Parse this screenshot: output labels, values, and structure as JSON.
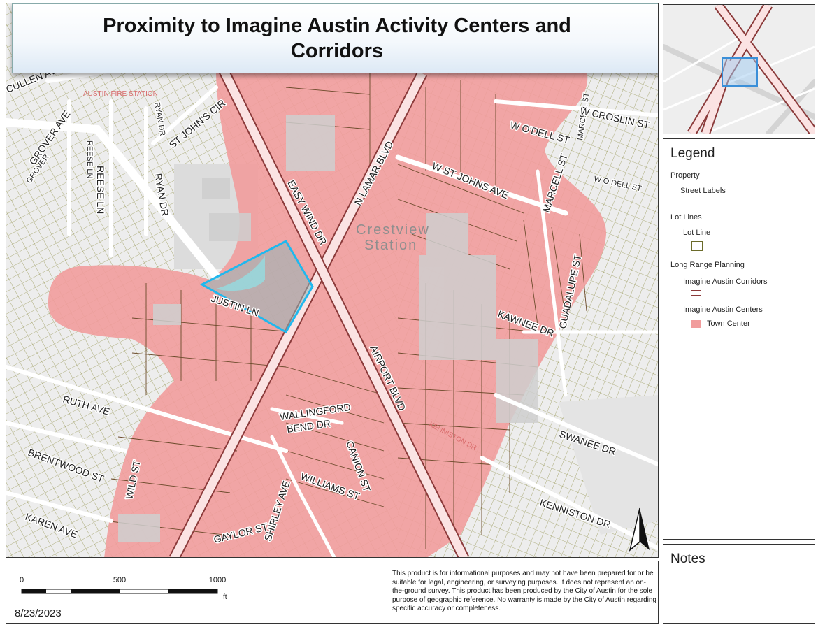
{
  "title": "Proximity to Imagine Austin Activity Centers and Corridors",
  "legend": {
    "heading": "Legend",
    "groups": [
      {
        "group": "Property",
        "item": "Street Labels"
      },
      {
        "group": "Lot Lines",
        "item": "Lot Line"
      },
      {
        "group": "Long Range Planning",
        "items": [
          "Imagine Austin Corridors",
          "Imagine Austin Centers",
          "Town Center"
        ]
      }
    ]
  },
  "notes_heading": "Notes",
  "scale": {
    "ticks": [
      "0",
      "500",
      "1000"
    ],
    "unit": "ft"
  },
  "date": "8/23/2023",
  "disclaimer": "This product is for informational purposes and may not have been prepared for or be suitable for legal, engineering, or surveying purposes. It does not represent an on-the-ground survey. This product has been produced by the City of Austin for the sole purpose of geographic reference. No warranty is made by the City of Austin regarding specific accuracy or completeness.",
  "map_labels": {
    "place": [
      "Crestview",
      "Station"
    ],
    "fire_station": "AUSTIN FIRE STATION",
    "streets": {
      "cullen": "CULLEN AVE",
      "grover": "GROVER AVE",
      "grover_small": "GROVER",
      "reese": "REESE LN",
      "reese_small": "REESE LN",
      "ryan": "RYAN DR",
      "ryan_small": "RYAN DR",
      "st_johns_cir": "ST JOHN'S CIR",
      "easy_wind": "EASY WIND DR",
      "n_lamar": "N LAMAR BLVD",
      "w_st_johns": "W ST JOHNS AVE",
      "w_odell": "W O'DELL ST",
      "w_odell_small": "W O DELL ST",
      "marcell": "MARCELL ST",
      "marcell_small": "MARCELL ST",
      "w_croslin": "W CROSLIN ST",
      "justin": "JUSTIN LN",
      "kawnee": "KAWNEE DR",
      "guadalupe": "GUADALUPE ST",
      "airport": "AIRPORT BLVD",
      "wallingford1": "WALLINGFORD",
      "wallingford2": "BEND DR",
      "canion": "CANION ST",
      "ruth": "RUTH AVE",
      "brentwood": "BRENTWOOD ST",
      "wild": "WILD ST",
      "williams": "WILLIAMS ST",
      "swanee": "SWANEE DR",
      "kenniston": "KENNISTON DR",
      "kenniston_small": "KENNISTON DR",
      "karen": "KAREN AVE",
      "gaylor": "GAYLOR ST",
      "shirley": "SHIRLEY AVE"
    }
  },
  "colors": {
    "town_center_fill": "#f19c9c",
    "corridor": "#8b3a3a",
    "property_outline": "#1fb8ee",
    "lot_line": "#6b6b2a",
    "road": "#ffffff",
    "map_background": "#e9e9e9"
  },
  "icons": {
    "north_arrow": "north-arrow-icon"
  }
}
